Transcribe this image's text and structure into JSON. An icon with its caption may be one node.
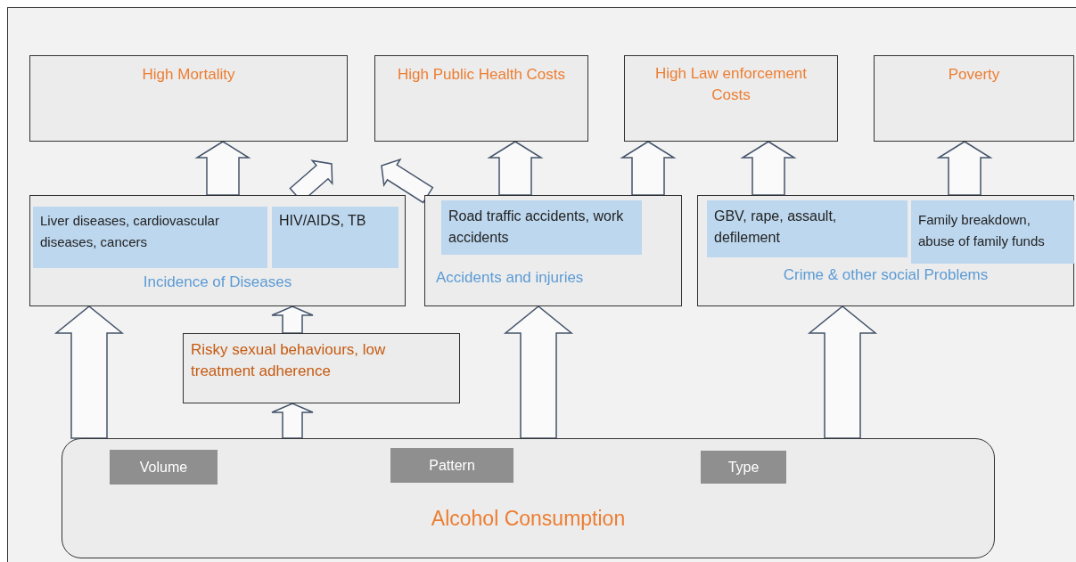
{
  "diagram": {
    "nodes": [
      {
        "text": [
          "High Mortality"
        ]
      },
      {
        "text": [
          "High Public Health Costs"
        ]
      },
      {
        "text": [
          "High Law enforcement Costs"
        ]
      },
      {
        "text": [
          "Poverty"
        ]
      },
      {
        "text": [
          "Incidence of Diseases"
        ]
      },
      {
        "text": [
          "Liver diseases, cardiovascular diseases, cancers"
        ],
        "in": 4
      },
      {
        "text": [
          "HIV/AIDS, TB"
        ],
        "in": 4
      },
      {
        "text": [
          "Accidents and injuries"
        ]
      },
      {
        "text": [
          "Road traffic accidents, work accidents"
        ],
        "in": 7
      },
      {
        "text": [
          "Crime & other social Problems"
        ]
      },
      {
        "text": [
          "GBV, rape, assault, defilement"
        ],
        "in": 9
      },
      {
        "text": [
          "Family breakdown, abuse of family funds"
        ],
        "in": 9
      },
      {
        "text": [
          "Risky sexual behaviours, low treatment adherence"
        ]
      },
      {
        "text": [
          "Alcohol Consumption"
        ]
      },
      {
        "text": [
          "Volume"
        ],
        "in": 13
      },
      {
        "text": [
          "Pattern"
        ],
        "in": 13
      },
      {
        "text": [
          "Type"
        ],
        "in": 13
      }
    ],
    "edges": [
      {
        "from": 4,
        "to": 0,
        "arrow": "to"
      },
      {
        "from": 4,
        "to": 1,
        "arrow": "to"
      },
      {
        "from": 7,
        "to": 0,
        "arrow": "to"
      },
      {
        "from": 7,
        "to": 1,
        "arrow": "to"
      },
      {
        "from": 7,
        "to": 2,
        "arrow": "to"
      },
      {
        "from": 9,
        "to": 2,
        "arrow": "to"
      },
      {
        "from": 9,
        "to": 3,
        "arrow": "to"
      },
      {
        "from": 13,
        "to": 4,
        "arrow": "to"
      },
      {
        "from": 12,
        "to": 4,
        "arrow": "to"
      },
      {
        "from": 13,
        "to": 12,
        "arrow": "to"
      },
      {
        "from": 13,
        "to": 7,
        "arrow": "to"
      },
      {
        "from": 13,
        "to": 9,
        "arrow": "to"
      }
    ]
  }
}
